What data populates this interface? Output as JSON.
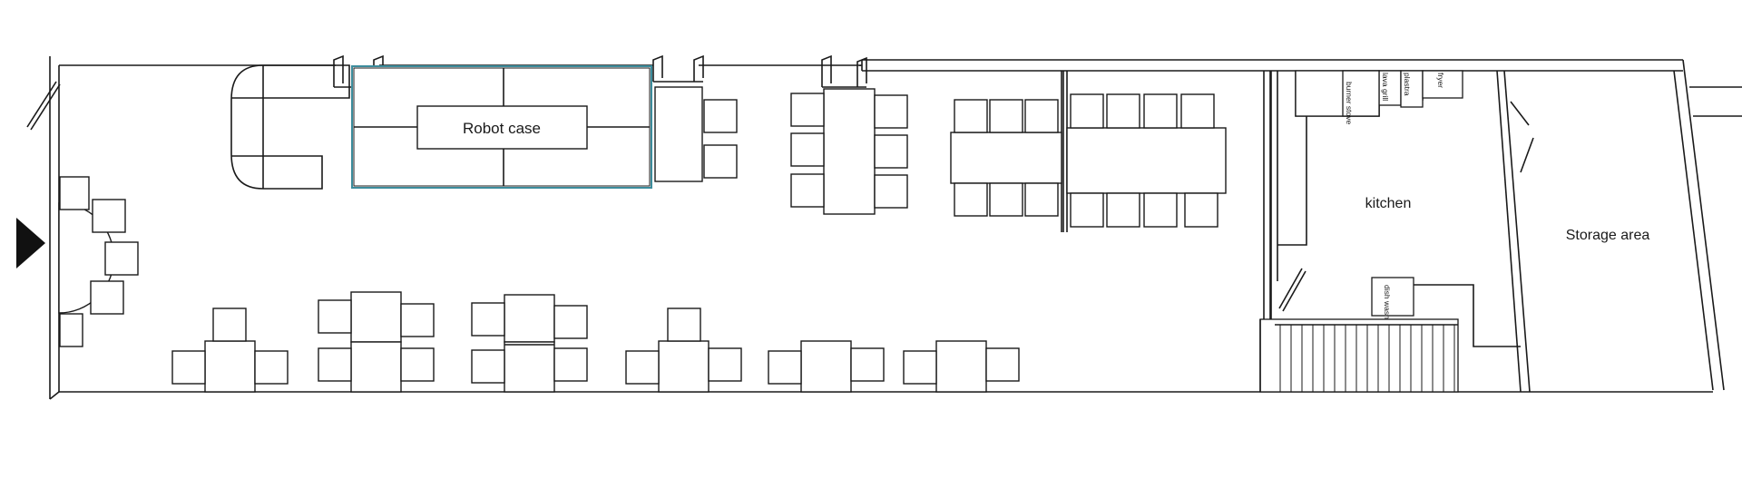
{
  "labels": {
    "robot_case": "Robot case",
    "kitchen": "kitchen",
    "storage": "Storage area",
    "burner_stove": "burner stove",
    "lava_grill": "lava grill",
    "plancha": "plastra",
    "fryer": "fryer",
    "dishwasher": "dish washer"
  },
  "colors": {
    "line": "#1a1a1a",
    "robot_case_outline": "#3c8c9c",
    "entrance_marker": "#111111"
  },
  "icons": {
    "entrance": "entrance-arrow-icon",
    "door_swing": "door-swing-icon"
  }
}
